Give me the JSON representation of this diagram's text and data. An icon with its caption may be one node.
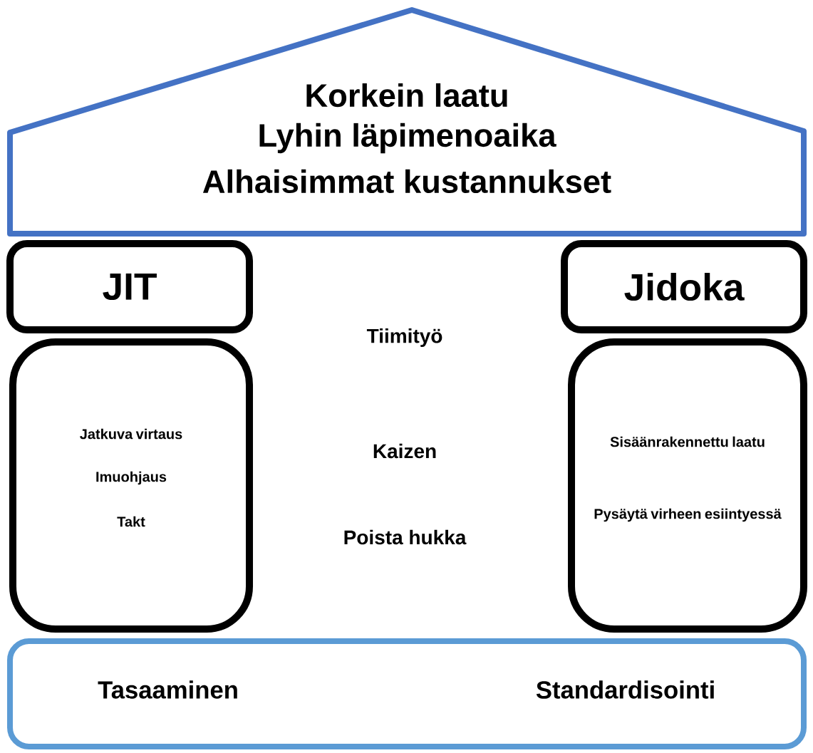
{
  "diagram": {
    "nodes": [
      {
        "text": [
          "Korkein laatu",
          "Lyhin läpimenoaika",
          "Alhaisimmat kustannukset"
        ]
      },
      {
        "text": [
          "JIT"
        ]
      },
      {
        "text": [
          "Jidoka"
        ]
      },
      {
        "text": [
          "Jatkuva virtaus",
          "Imuohjaus",
          "Takt"
        ]
      },
      {
        "text": [
          "Sisäänrakennettu laatu",
          "Pysäytä virheen esiintyessä"
        ]
      },
      {
        "text": [
          "Tasaaminen",
          "Standardisointi"
        ]
      }
    ],
    "labels": [
      "Tiimityö",
      "Kaizen",
      "Poista hukka"
    ]
  }
}
